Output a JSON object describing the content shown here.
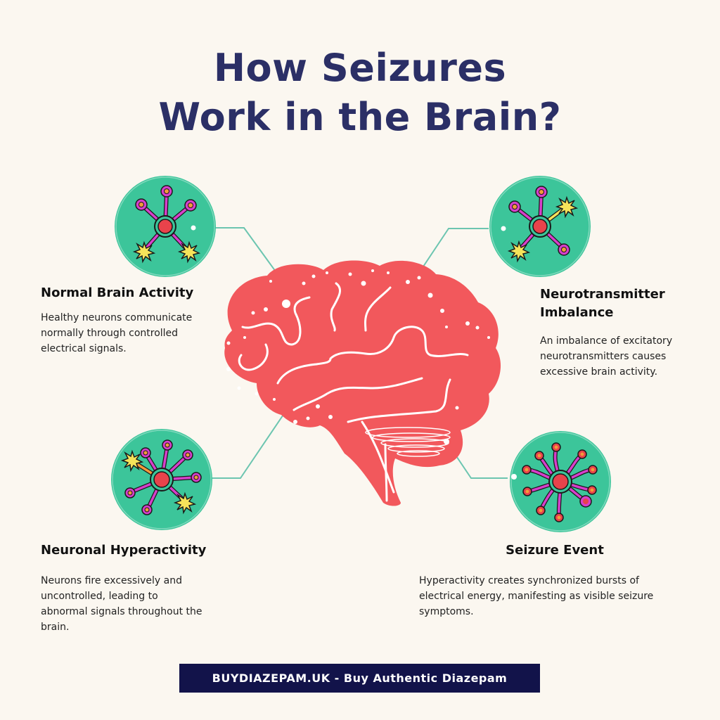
{
  "title": {
    "line1": "How Seizures",
    "line2": "Work in the Brain?"
  },
  "colors": {
    "background": "#FBF7F0",
    "title": "#2B2F66",
    "brain": "#F2585C",
    "circle": "#3CC59A",
    "connector": "#6CC5B0",
    "neuron_arm": "#D63FCB",
    "neuron_core": "#E8434B",
    "spark": "#F5E35A",
    "footer_bg": "#12134A"
  },
  "stages": [
    {
      "id": "normal",
      "heading": "Normal Brain Activity",
      "description": "Healthy neurons communicate normally through controlled electrical signals.",
      "icon": "neuron-calm-icon"
    },
    {
      "id": "imbalance",
      "heading": "Neurotransmitter Imbalance",
      "description": "An imbalance of excitatory neurotransmitters causes excessive brain activity.",
      "icon": "neuron-imbalance-icon"
    },
    {
      "id": "hyperactivity",
      "heading": "Neuronal Hyperactivity",
      "description": "Neurons fire excessively and uncontrolled, leading to abnormal signals throughout the brain.",
      "icon": "neuron-hyperactive-icon"
    },
    {
      "id": "seizure",
      "heading": "Seizure Event",
      "description": "Hyperactivity creates synchronized bursts of electrical energy, manifesting as visible seizure symptoms.",
      "icon": "neuron-seizure-icon"
    }
  ],
  "center_image": "brain-illustration",
  "footer": {
    "text": "BUYDIAZEPAM.UK - Buy Authentic Diazepam"
  }
}
